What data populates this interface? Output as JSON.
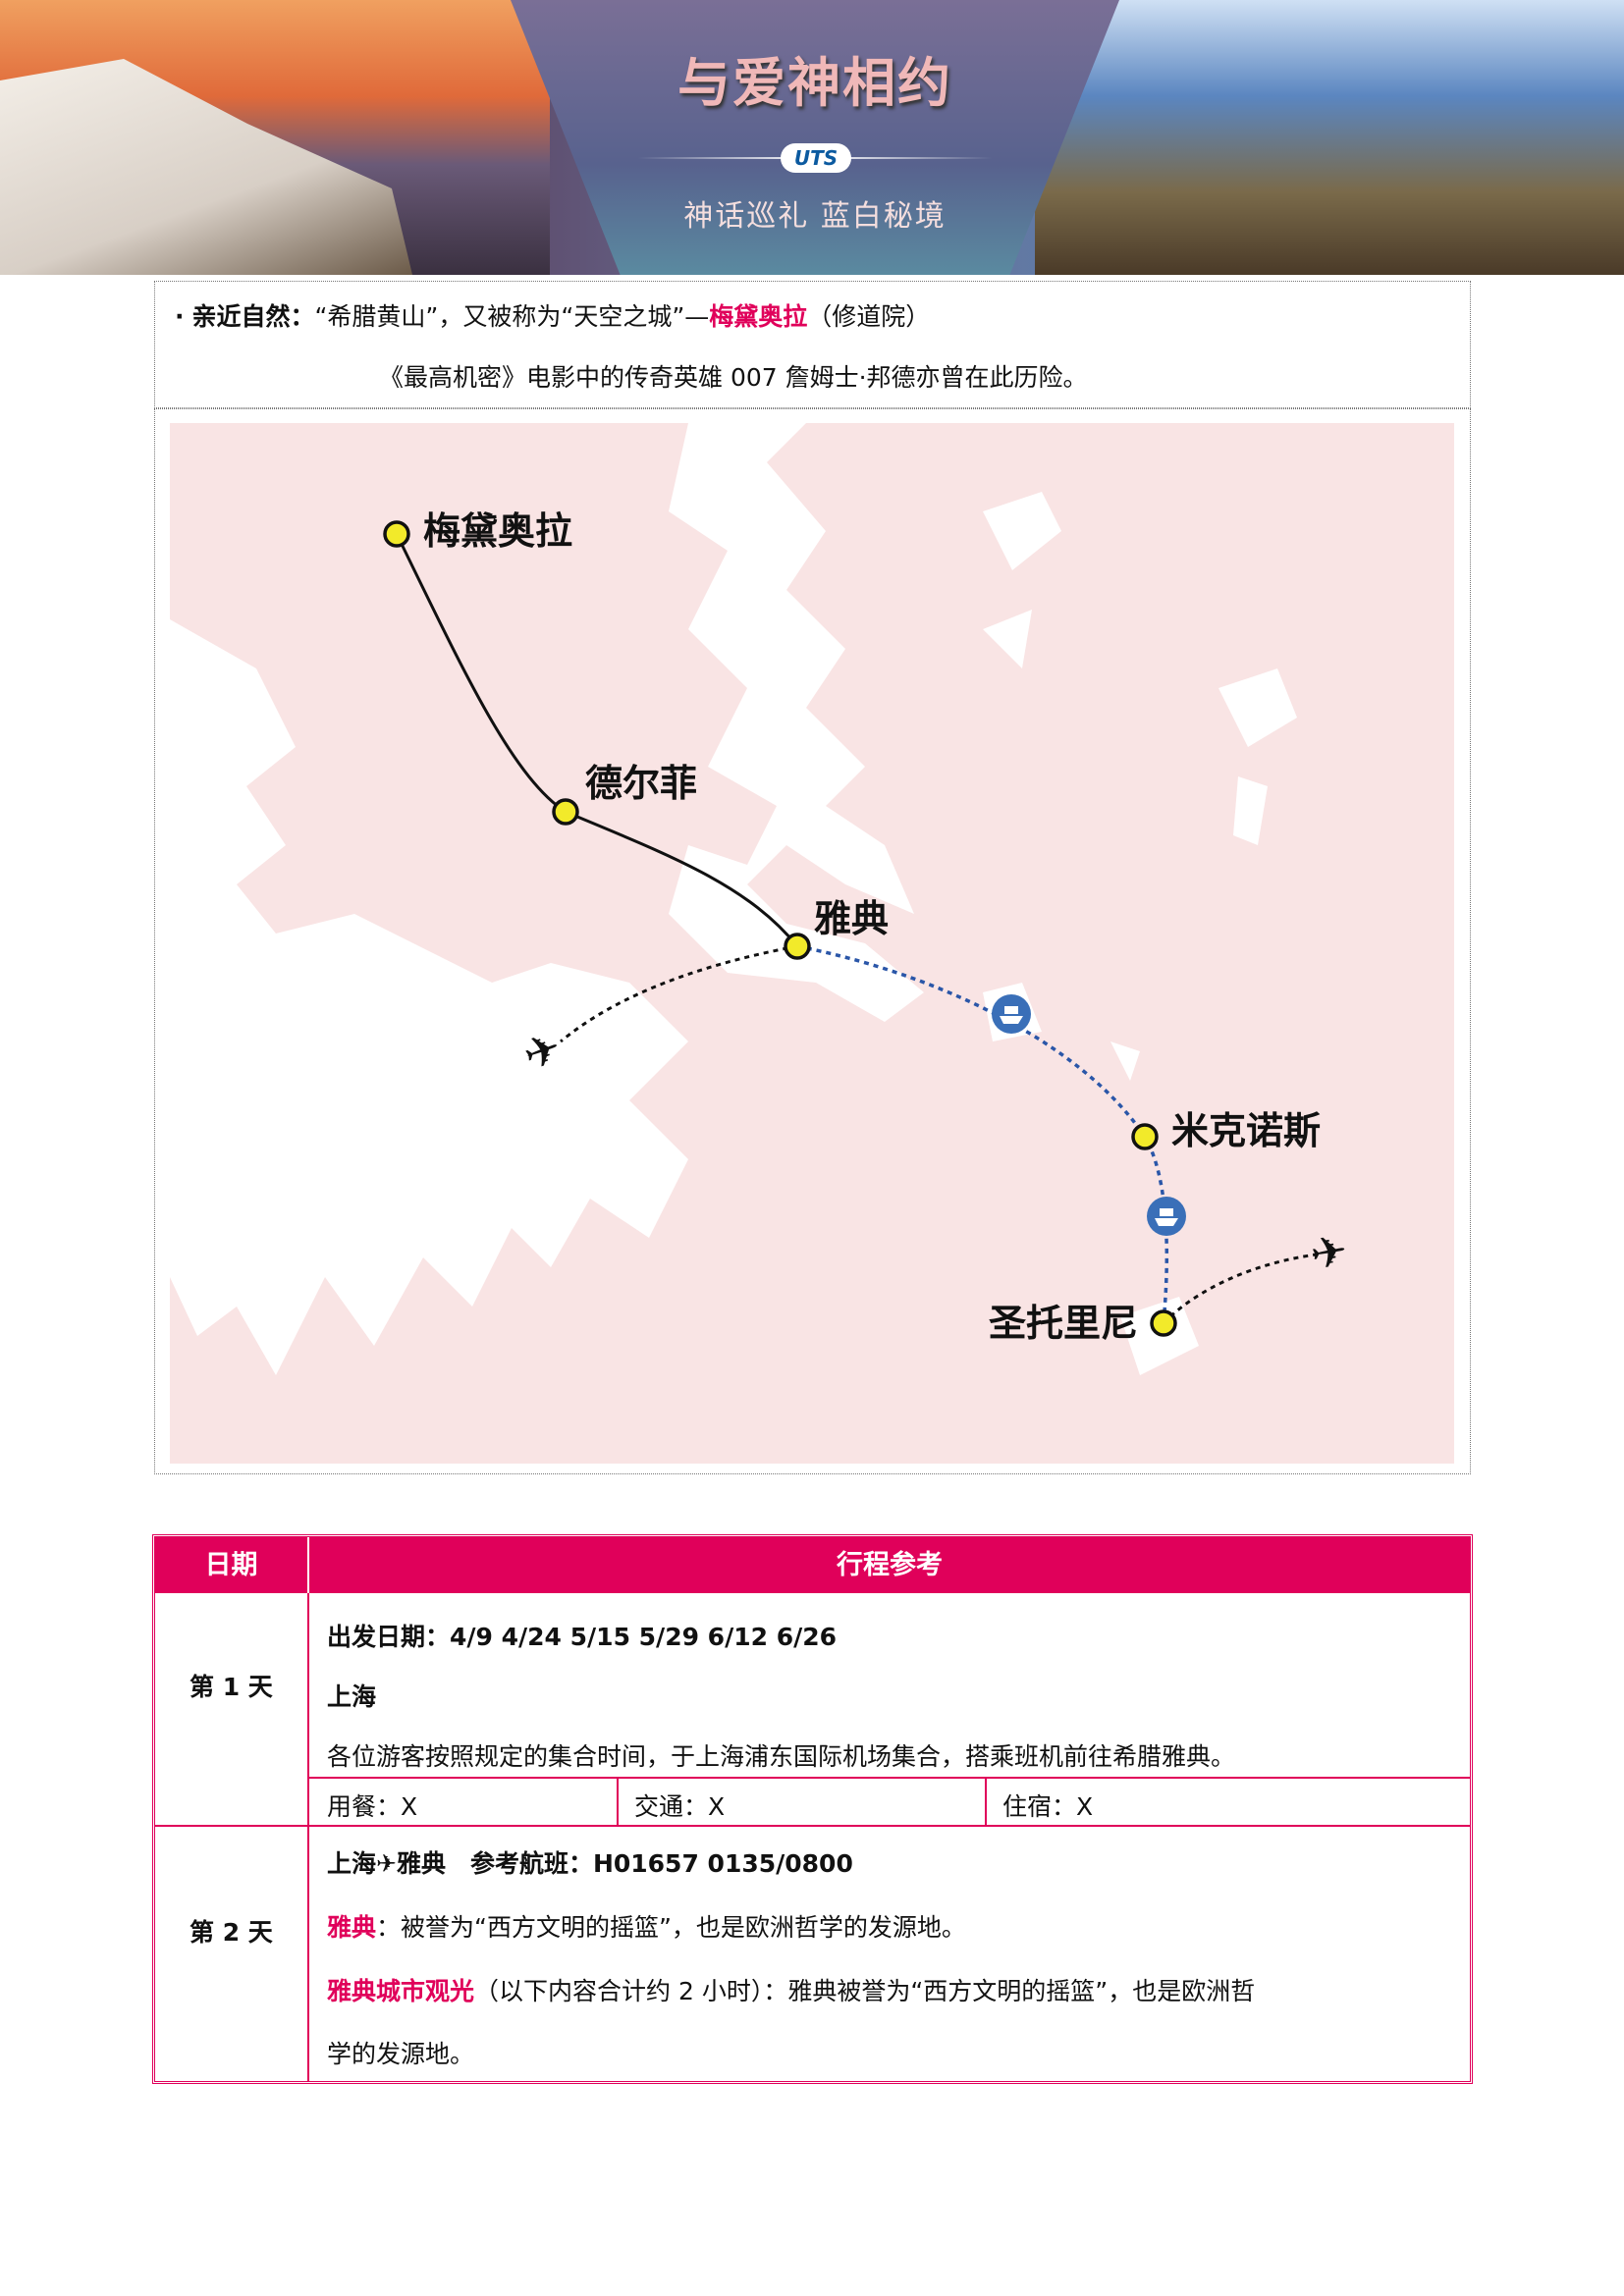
{
  "banner": {
    "title": "与爱神相约",
    "logo": "UTS",
    "subtitle": "神话巡礼 蓝白秘境"
  },
  "intro": {
    "bullet": "·",
    "label": "亲近自然：",
    "text_a": "“希腊黄山”，又被称为“天空之城”—",
    "highlight": "梅黛奥拉",
    "text_b": "（修道院）",
    "line2": "《最高机密》电影中的传奇英雄 007 詹姆士·邦德亦曾在此历险。"
  },
  "map": {
    "cities": [
      "梅黛奥拉",
      "德尔菲",
      "雅典",
      "米克诺斯",
      "圣托里尼"
    ],
    "icons": [
      "plane-icon",
      "ship-icon"
    ],
    "colors": {
      "sea": "#f9e4e4",
      "land": "#ffffff",
      "dot": "#f2ea2a",
      "ship": "#3a6fb8"
    }
  },
  "table": {
    "headers": [
      "日期",
      "行程参考"
    ],
    "day1": {
      "label": "第 1 天",
      "dates": "出发日期：4/9 4/24 5/15 5/29 6/12 6/26",
      "city": "上海",
      "desc": "各位游客按照规定的集合时间，于上海浦东国际机场集合，搭乘班机前往希腊雅典。",
      "meal": "用餐：X",
      "transport": "交通：X",
      "hotel": "住宿：X"
    },
    "day2": {
      "label": "第 2 天",
      "route": "上海✈雅典　参考航班：H01657 0135/0800",
      "hl1": "雅典",
      "t1": "：被誉为“西方文明的摇篮”，也是欧洲哲学的发源地。",
      "hl2": "雅典城市观光",
      "t2": "（以下内容合计约 2 小时）：雅典被誉为“西方文明的摇篮”，也是欧洲哲",
      "t3": "学的发源地。"
    }
  },
  "colors": {
    "accent": "#e0005a"
  }
}
